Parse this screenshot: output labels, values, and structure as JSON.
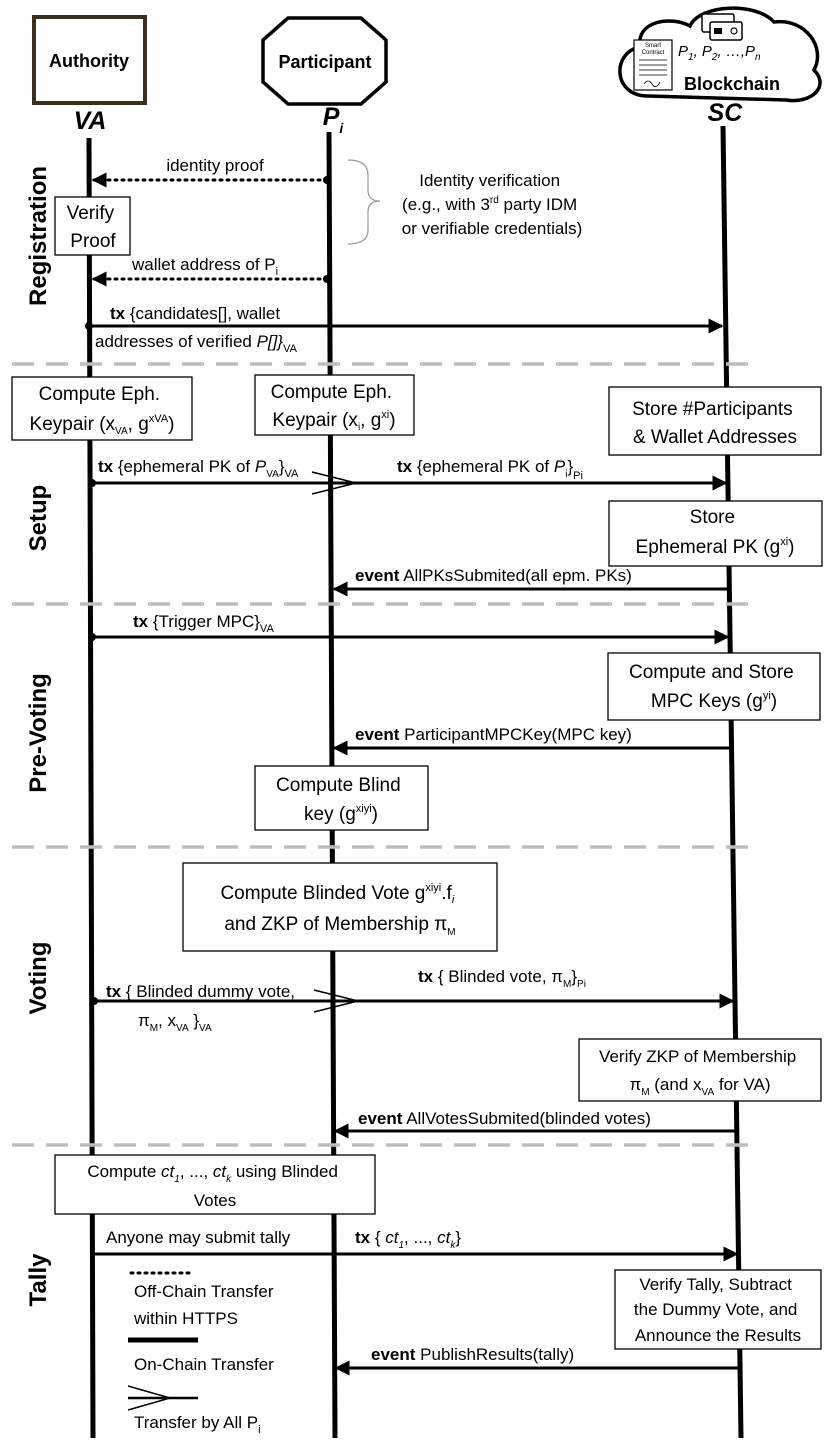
{
  "actors": {
    "authority": {
      "box_label": "Authority",
      "symbol": "VA"
    },
    "participant": {
      "box_label": "Participant",
      "symbol": "P",
      "symbol_sub": "i"
    },
    "blockchain": {
      "box_label": "Blockchain",
      "symbol": "SC",
      "contract_label_1": "Smart",
      "contract_label_2": "Contract",
      "participants_text": "P1, P2, ..., Pn"
    }
  },
  "phases": {
    "registration": "Registration",
    "setup": "Setup",
    "pre_voting": "Pre-Voting",
    "voting": "Voting",
    "tally": "Tally"
  },
  "registration": {
    "identity_proof": "identity proof",
    "verify_proof_1": "Verify",
    "verify_proof_2": "Proof",
    "idv_1": "Identity verification",
    "idv_2a": "(e.g., with 3",
    "idv_2b": "rd",
    "idv_2c": " party IDM",
    "idv_3": "or verifiable credentials)",
    "wallet_address": "wallet address of P",
    "wallet_address_sub": "i",
    "tx_kw": "tx",
    "tx_line1": " {candidates[], wallet",
    "tx_line2a": "addresses of verified ",
    "tx_line2b": "P[]}",
    "tx_line2_sub": "VA"
  },
  "setup": {
    "va_box_1": "Compute Eph.",
    "va_box_2a": "Keypair (x",
    "va_box_2b": "VA",
    "va_box_2c": ", g",
    "va_box_2d": "xVA",
    "va_box_2e": ")",
    "p_box_1": "Compute Eph.",
    "p_box_2a": "Keypair (x",
    "p_box_2b": "i",
    "p_box_2c": ", g",
    "p_box_2d": "xi",
    "p_box_2e": ")",
    "sc_box_1": "Store #Participants",
    "sc_box_2": "& Wallet Addresses",
    "tx_kw": "tx",
    "va_pk_a": " {ephemeral PK of ",
    "va_pk_b": "P",
    "va_pk_c": "VA",
    "va_pk_d": "}",
    "va_pk_e": "VA",
    "p_pk_a": " {ephemeral PK of ",
    "p_pk_b": "P",
    "p_pk_c": "i",
    "p_pk_d": "}",
    "p_pk_e": "Pi",
    "store_pk_1": "Store",
    "store_pk_2a": "Ephemeral PK (g",
    "store_pk_2b": "xi",
    "store_pk_2c": ")",
    "event_kw": "event",
    "event_text": " AllPKsSubmited(all epm. PKs)"
  },
  "pre_voting": {
    "tx_kw": "tx",
    "trigger": " {Trigger MPC}",
    "trigger_sub": "VA",
    "mpc_1": "Compute and Store",
    "mpc_2a": "MPC Keys (g",
    "mpc_2b": "yi",
    "mpc_2c": ")",
    "event_kw": "event",
    "event_text": " ParticipantMPCKey(MPC key)",
    "blind_1": "Compute Blind",
    "blind_2a": "key (g",
    "blind_2b": "xiyi",
    "blind_2c": ")"
  },
  "voting": {
    "box_1a": "Compute Blinded Vote g",
    "box_1b": "xiyi",
    "box_1c": ".f",
    "box_1d": "i",
    "box_2a": "and ZKP of Membership π",
    "box_2b": "M",
    "tx_kw": "tx",
    "va_vote_1": " { Blinded dummy vote,",
    "va_vote_2a": "π",
    "va_vote_2b": "M",
    "va_vote_2c": ", x",
    "va_vote_2d": "VA",
    "va_vote_2e": " }",
    "va_vote_2f": "VA",
    "p_vote_a": " { Blinded vote, π",
    "p_vote_b": "M",
    "p_vote_c": "}",
    "p_vote_d": "Pi",
    "zkp_1": "Verify ZKP of Membership",
    "zkp_2a": "π",
    "zkp_2b": "M",
    "zkp_2c": "  (and x",
    "zkp_2d": "VA",
    "zkp_2e": " for VA)",
    "event_kw": "event",
    "event_text": " AllVotesSubmited(blinded votes)"
  },
  "tally": {
    "ct_1a": "Compute ",
    "ct_1b": "ct",
    "ct_1c": "1",
    "ct_1d": ", ..., ",
    "ct_1e": "ct",
    "ct_1f": "k",
    "ct_1g": " using Blinded",
    "ct_2": "Votes",
    "anyone": "Anyone may submit tally",
    "tx_kw": "tx",
    "tx_a": " { ",
    "tx_b": "ct",
    "tx_c": "1",
    "tx_d": ", ..., ",
    "tx_e": "ct",
    "tx_f": "k",
    "tx_g": "}",
    "verify_1": "Verify Tally, Subtract",
    "verify_2": "the Dummy Vote, and",
    "verify_3": "Announce the Results",
    "event_kw": "event",
    "event_text": " PublishResults(tally)"
  },
  "legend": {
    "offchain_1": "Off-Chain Transfer",
    "offchain_2": "within HTTPS",
    "onchain": "On-Chain Transfer",
    "by_all_a": "Transfer by All P",
    "by_all_b": "i"
  }
}
